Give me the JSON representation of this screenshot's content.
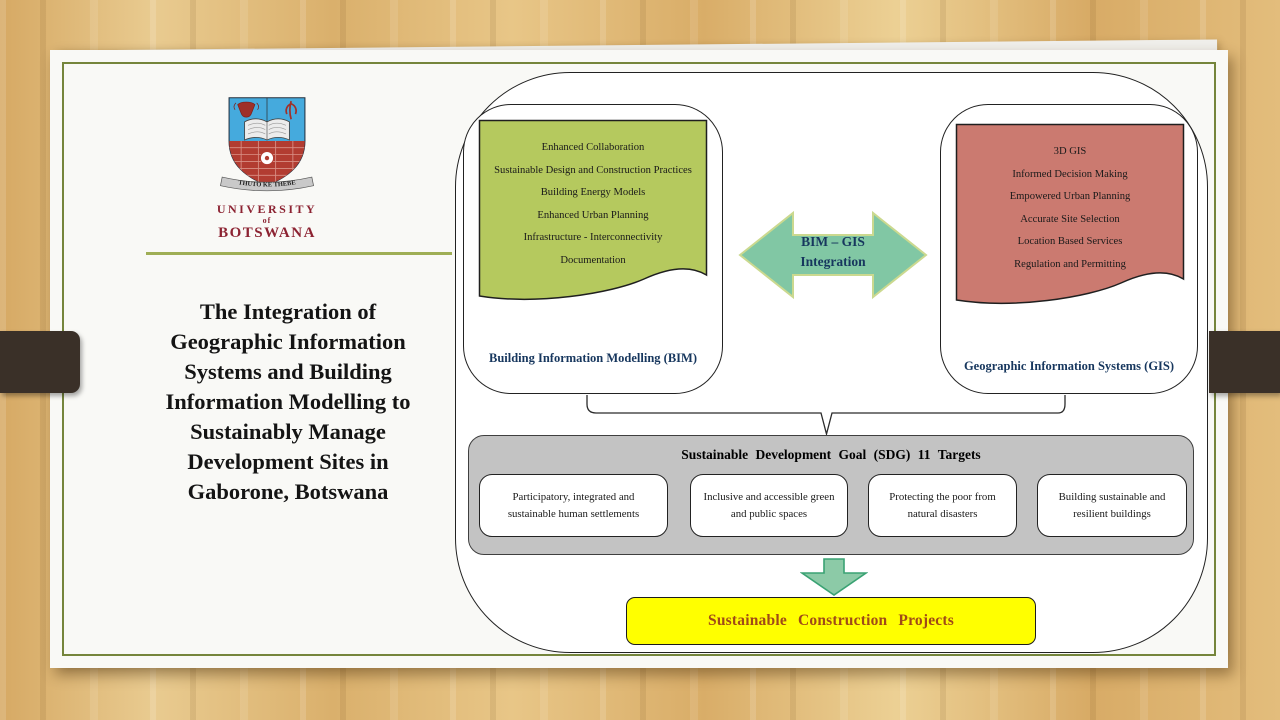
{
  "slide": {
    "logo": {
      "motto": "THUTO KE THEBE",
      "university": "UNIVERSITY",
      "of": "of",
      "botswana": "BOTSWANA"
    },
    "title_lines": [
      "The Integration of",
      "Geographic Information",
      "Systems and Building",
      "Information Modelling to",
      "Sustainably Manage",
      "Development Sites in",
      "Gaborone, Botswana"
    ],
    "bim": {
      "label": "Building Information Modelling (BIM)",
      "items": [
        "Enhanced Collaboration",
        "Sustainable Design and Construction Practices",
        "Building Energy Models",
        "Enhanced Urban Planning",
        "Infrastructure - Interconnectivity",
        "Documentation"
      ]
    },
    "gis": {
      "label": "Geographic Information Systems (GIS)",
      "items": [
        "3D GIS",
        "Informed Decision Making",
        "Empowered Urban Planning",
        "Accurate Site Selection",
        "Location Based Services",
        "Regulation and Permitting"
      ]
    },
    "integration_arrow": {
      "line1": "BIM – GIS",
      "line2": "Integration"
    },
    "sdg": {
      "header": "Sustainable Development Goal (SDG) 11 Targets",
      "targets": [
        "Participatory, integrated and sustainable human settlements",
        "Inclusive and accessible green and public spaces",
        "Protecting the poor from natural disasters",
        "Building sustainable and resilient buildings"
      ]
    },
    "outcome": {
      "label": "Sustainable Construction Projects"
    },
    "colors": {
      "bim_fill": "#b5c95e",
      "gis_fill": "#cb7a70",
      "arrow_fill": "#81c7a4",
      "arrow_stroke": "#cbd98f",
      "down_arrow_fill": "#8ccaa7",
      "down_arrow_stroke": "#3aa273",
      "label_blue": "#17375e",
      "band_brown": "#3a3028",
      "border_olive": "#75853c",
      "sdg_gray": "#c3c3c3",
      "outcome_yellow": "#ffff00",
      "outcome_text": "#a04a17"
    }
  }
}
